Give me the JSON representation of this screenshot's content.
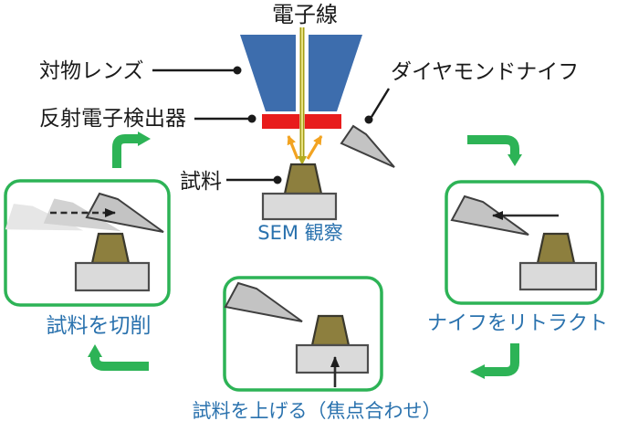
{
  "labels": {
    "electron_beam": "電子線",
    "objective_lens": "対物レンズ",
    "bse_detector": "反射電子検出器",
    "diamond_knife": "ダイヤモンドナイフ",
    "specimen": "試料",
    "sem_observation": "SEM 観察"
  },
  "steps": {
    "cut_specimen": "試料を切削",
    "retract_knife": "ナイフをリトラクト",
    "raise_specimen": "試料を上げる（焦点合わせ）"
  },
  "icons": {
    "cycle_arrow": "green-elbow-arrow",
    "beam": "vertical-olive-beam-arrow",
    "bse_signal": "orange-up-arrows",
    "knife_motion_cut": "dashed-right-arrow",
    "knife_motion_retract": "solid-left-arrow",
    "stage_motion_up": "solid-up-arrow"
  },
  "colors": {
    "lens_blue": "#3d6dad",
    "detector_red": "#e81c1c",
    "detector_gap_pink": "#f3bebe",
    "beam_olive": "#a59e14",
    "beam_core": "#efe98e",
    "signal_orange": "#f2a321",
    "specimen_khaki": "#8d7f3e",
    "stage_gray": "#dadada",
    "knife_gray": "#c3c3c3",
    "cycle_green": "#2db356",
    "caption_blue": "#2a72ae",
    "line_black": "#1a1a1a"
  }
}
